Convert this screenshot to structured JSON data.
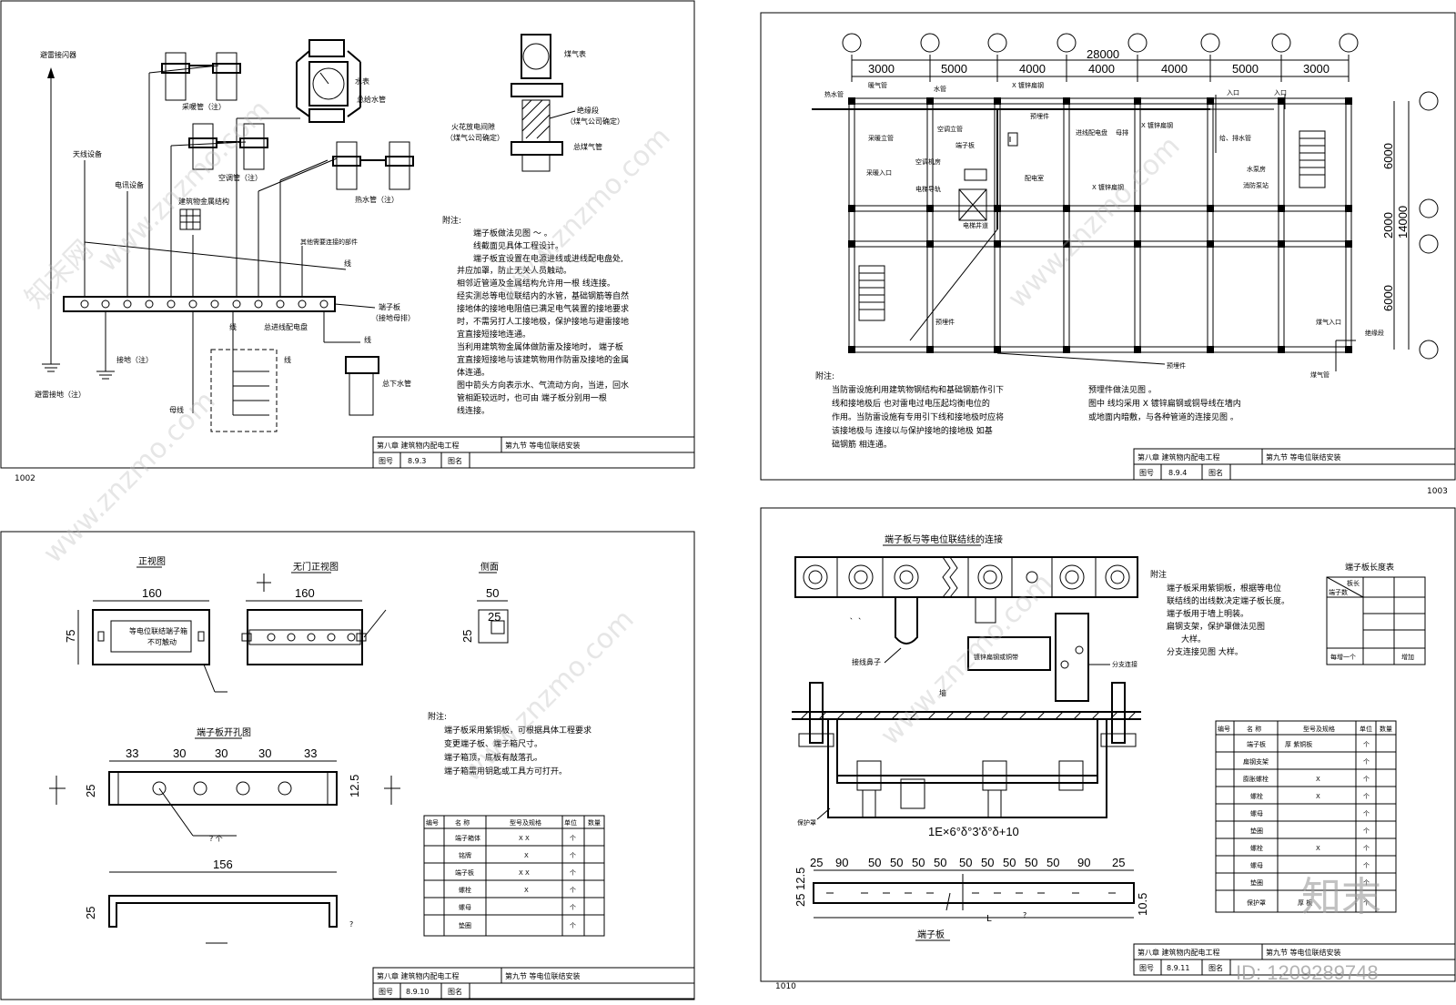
{
  "pages": {
    "p1": {
      "page_no": "1002",
      "labels": {
        "arrester": "避雷接闪器",
        "antenna": "天线设备",
        "telecom": "电讯设备",
        "steel": "建筑物金属结构",
        "heating": "采暖管（注）",
        "ac": "空调管（注）",
        "hotwater": "热水管（注）",
        "watermeter": "水表",
        "watersupply": "总给水管",
        "gasmeter": "煤气表",
        "insul": "绝缘段",
        "insul2": "（煤气公司确定）",
        "spark": "火花放电间隙",
        "spark2": "（煤气公司确定）",
        "gaspipe": "总煤气管",
        "other": "其他需要连接的部件",
        "line1": "线",
        "terminal": "端子板",
        "terminal2": "（接地母排）",
        "ground": "接地（注）",
        "lightgnd": "避雷接地（注）",
        "panel": "总进线配电盘",
        "line2": "线",
        "line3": "线",
        "line4": "线",
        "busbar": "母线",
        "drain": "总下水管"
      },
      "notes_title": "附注:",
      "notes": [
        "端子板做法见图      ～        。",
        "线截面见具体工程设计。",
        "端子板宜设置在电源进线或进线配电盘处,",
        "并应加罩，防止无关人员触动。",
        "相邻近管道及金属结构允许用一根       线连接。",
        "经实测总等电位联结内的水管，基础钢筋等自然",
        "接地体的接地电阻值已满足电气装置的接地要求",
        "时，不需另打人工接地极，保护接地与避雷接地",
        "宜直接短接地连通。",
        "当利用建筑物金属体做防雷及接地时，        端子板",
        "宜直接短接地与该建筑物用作防雷及接地的金属",
        "体连通。",
        "图中箭头方向表示水、气流动方向，当进，回水",
        "管相距较远时，也可由        端子板分别用一根",
        "线连接。"
      ],
      "title": {
        "chapter": "第八章   建筑物内配电工程",
        "section": "第九节   等电位联结安装",
        "fig_label": "图号",
        "fig_no": "8.9.3",
        "name_label": "图名"
      }
    },
    "p2": {
      "page_no": "1003",
      "dims_top": [
        "3000",
        "5000",
        "4000",
        "4000",
        "4000",
        "5000",
        "3000"
      ],
      "dim_total": "28000",
      "dims_right": [
        "6000",
        "2000",
        "6000"
      ],
      "dim_right_total": "14000",
      "labels": {
        "hotwater": "热水管",
        "gasriser": "暖气管",
        "water": "水管",
        "galv1": "X  镀锌扁钢",
        "embed1": "预埋件",
        "heatriser": "采暖立管",
        "acpipe": "空调立管",
        "terminal": "端子板",
        "panel": "进线配电盘",
        "busbar": "母排",
        "galv2": "X  镀锌扁钢",
        "entry1": "入口",
        "entry2": "入口",
        "drainpipe": "给、排水管",
        "heatentry": "采暖入口",
        "acroom": "空调机房",
        "elevrail": "电梯导轨",
        "elevshaft": "电梯井道",
        "distroom": "配电室",
        "galv3": "X  镀锌扁钢",
        "pump": "水泵房",
        "firepump": "消防泵站",
        "embed2": "预埋件",
        "embed3": "预埋件",
        "gasentry": "煤气入口",
        "insul": "绝缘段",
        "gaspipe": "煤气管"
      },
      "notes_title": "附注:",
      "notes_left": [
        "当防雷设施利用建筑物钢结构和基础钢筋作引下",
        "线和接地极后        也对雷电过电压起均衡电位的",
        "作用。当防雷设施有专用引下线和接地极时应将",
        "该接地极与        连接以与保护接地的接地极 如基",
        "础钢筋 相连通。"
      ],
      "notes_right": [
        "预埋件做法见图        。",
        "图中        线均采用     X  镀锌扁钢或铜导线在墙内",
        "或地面内暗敷，与各种管道的连接见图        。"
      ],
      "title": {
        "chapter": "第八章   建筑物内配电工程",
        "section": "第九节   等电位联结安装",
        "fig_label": "图号",
        "fig_no": "8.9.4",
        "name_label": "图名"
      }
    },
    "p3": {
      "headings": {
        "front": "正视图",
        "nodoor": "无门正视图",
        "side": "侧面",
        "holes": "端子板开孔图"
      },
      "dims": {
        "w1": "160",
        "h1": "75",
        "w2": "160",
        "s1": "50",
        "s2": "25",
        "s3": "25",
        "hole_spacing": [
          "33",
          "30",
          "30",
          "30",
          "33"
        ],
        "plate_h": "25",
        "plate_mid": "12.5",
        "base_w": "156",
        "base_h": "25"
      },
      "box_text1": "等电位联结端子箱",
      "box_text2": "不可触动",
      "q1": "?      个",
      "q2": "?",
      "notes_title": "附注:",
      "notes": [
        "端子板采用紫铜板，可根据具体工程要求",
        "变更端子板、端子箱尺寸。",
        "端子箱顶，底板有敲落孔。",
        "端子箱需用钥匙或工具方可打开。"
      ],
      "table_headers": [
        "编号",
        "名 称",
        "型号及规格",
        "单位",
        "数量"
      ],
      "table_rows": [
        {
          "name": "端子箱体",
          "spec": "X    X",
          "unit": "个"
        },
        {
          "name": "铭牌",
          "spec": "X",
          "unit": "个"
        },
        {
          "name": "端子板",
          "spec": "X    X",
          "unit": "个"
        },
        {
          "name": "螺栓",
          "spec": "X",
          "unit": "个"
        },
        {
          "name": "螺母",
          "spec": "",
          "unit": "个"
        },
        {
          "name": "垫圈",
          "spec": "",
          "unit": "个"
        }
      ],
      "title": {
        "chapter": "第八章   建筑物内配电工程",
        "section": "第九节   等电位联结安装",
        "fig_label": "图号",
        "fig_no": "8.9.10",
        "name_label": "图名"
      }
    },
    "p4": {
      "page_no": "1010",
      "heading": "端子板与等电位联结线的连接",
      "labels": {
        "lug": "接线鼻子",
        "galv": "镀锌扁钢或铜带",
        "branch": "分支连接",
        "wall": "墙",
        "cover": "保护罩",
        "plate": "端子板",
        "L": "L",
        "q": "?",
        "formula": "1E×6°δ°3'δ°δ+10",
        "dash": "、 、"
      },
      "dims_bottom": [
        "25",
        "90",
        "50",
        "50",
        "50",
        "50",
        "50",
        "50",
        "50",
        "50",
        "50",
        "90",
        "25"
      ],
      "dim_left": "25 12.5",
      "dim_right": "10.5",
      "notes_title": "附注",
      "notes": [
        "端子板采用紫铜板，根据等电位",
        "联结线的出线数决定端子板长度。",
        "端子板用于墙上明装。",
        "扁钢支架，保护罩做法见图",
        "大样。",
        "分支连接见图            大样。"
      ],
      "length_table": {
        "title": "端子板长度表",
        "h1": "板长",
        "h2": "端子数",
        "r1": "每增一个",
        "r2": "增加"
      },
      "table_headers": [
        "编号",
        "名 称",
        "型号及规格",
        "单位",
        "数量"
      ],
      "table_rows": [
        {
          "name": "端子板",
          "spec": "厚        紫铜板",
          "unit": "个"
        },
        {
          "name": "扁钢支架",
          "spec": "",
          "unit": "个"
        },
        {
          "name": "膨胀螺栓",
          "spec": "X",
          "unit": "个"
        },
        {
          "name": "螺栓",
          "spec": "X",
          "unit": "个"
        },
        {
          "name": "螺母",
          "spec": "",
          "unit": "个"
        },
        {
          "name": "垫圈",
          "spec": "",
          "unit": "个"
        },
        {
          "name": "螺栓",
          "spec": "X",
          "unit": "个"
        },
        {
          "name": "螺母",
          "spec": "",
          "unit": "个"
        },
        {
          "name": "垫圈",
          "spec": "",
          "unit": "个"
        },
        {
          "name": "保护罩",
          "spec": "厚       板",
          "unit": "个"
        }
      ],
      "title": {
        "chapter": "第八章   建筑物内配电工程",
        "section": "第九节   等电位联结安装",
        "fig_label": "图号",
        "fig_no": "8.9.11",
        "name_label": "图名"
      }
    }
  },
  "watermarks": {
    "text": "www.znzmo.com",
    "brand": "知末网",
    "logo": "知末",
    "id": "ID: 1209289748"
  }
}
